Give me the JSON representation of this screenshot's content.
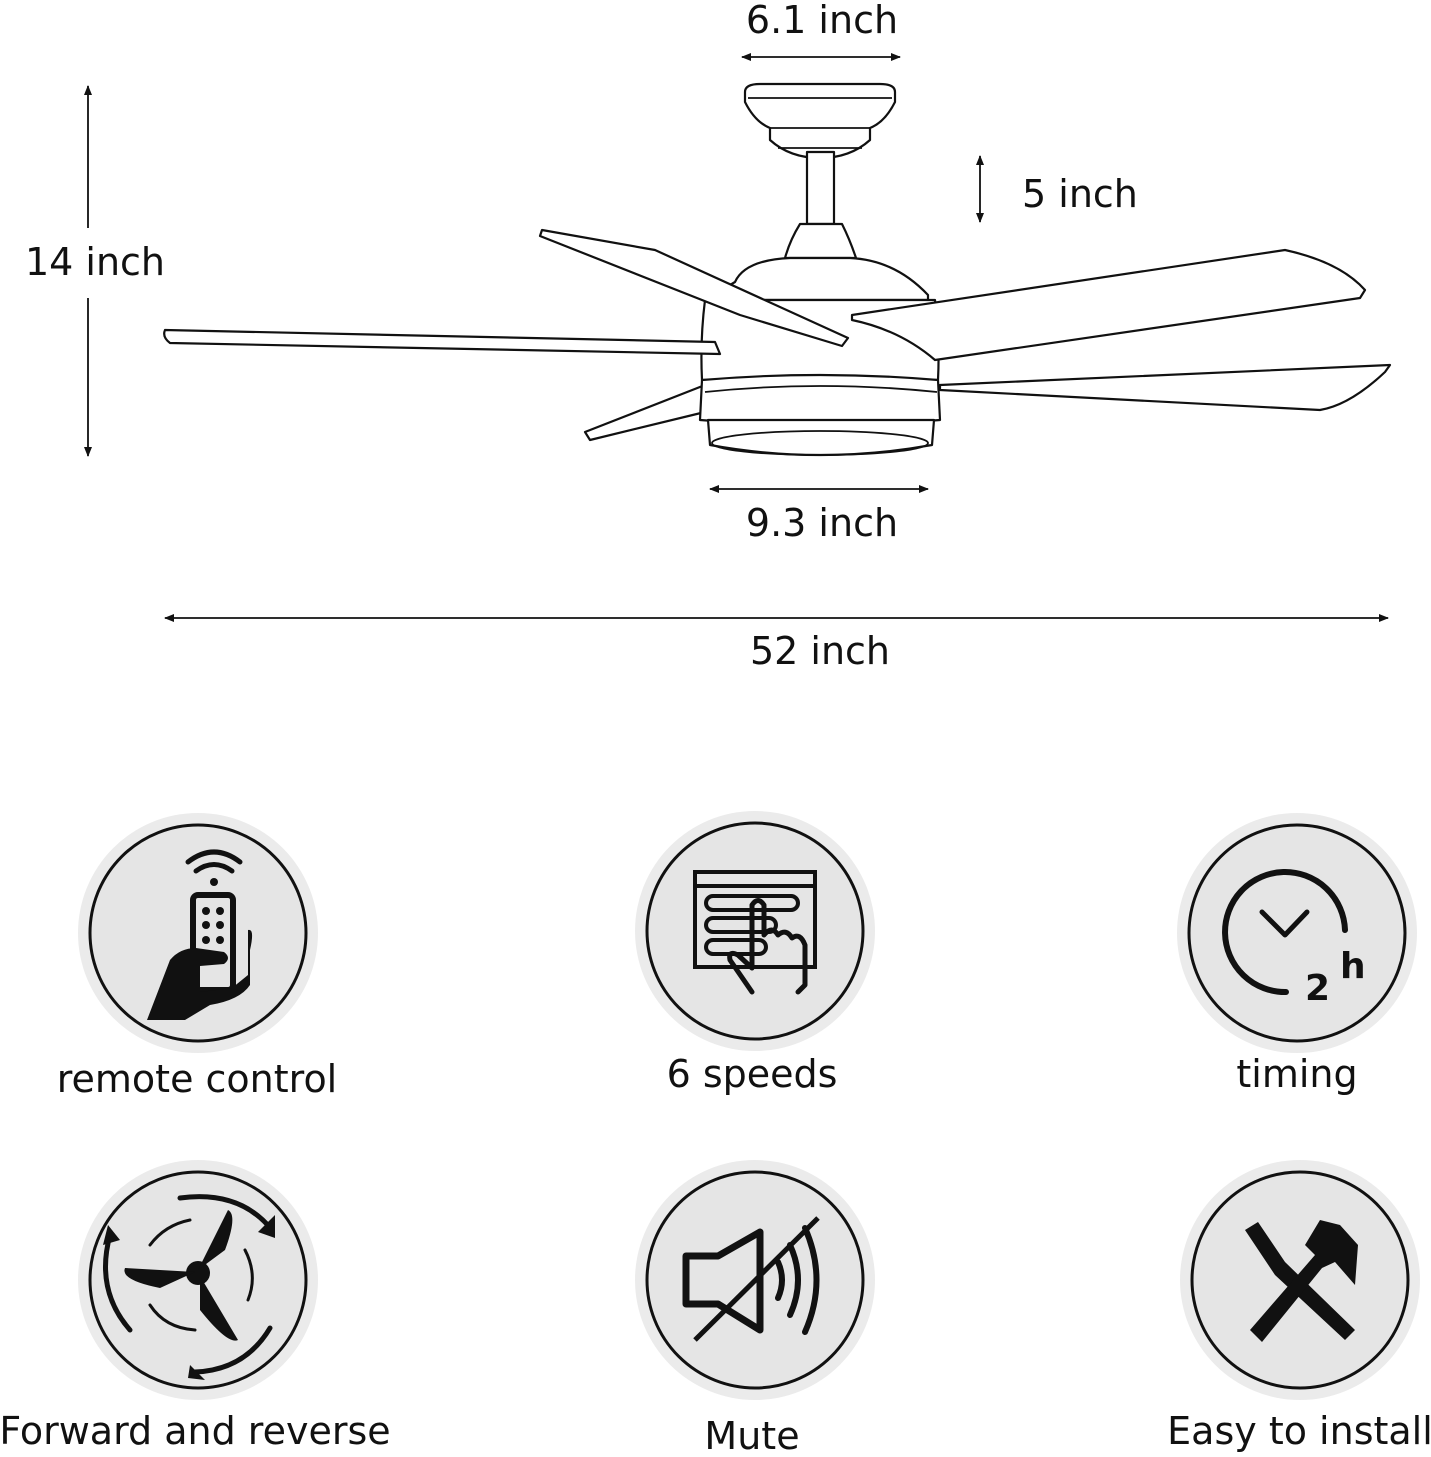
{
  "dimensions": {
    "top_width": "6.1 inch",
    "downrod": "5 inch",
    "height": "14 inch",
    "light_width": "9.3 inch",
    "span": "52 inch"
  },
  "features": [
    {
      "label": "remote control",
      "icon": "remote-control-icon"
    },
    {
      "label": "6 speeds",
      "icon": "speed-panel-icon"
    },
    {
      "label": "timing",
      "icon": "timer-2h-icon"
    },
    {
      "label": "Forward and reverse",
      "icon": "fan-reverse-icon"
    },
    {
      "label": "Mute",
      "icon": "mute-speaker-icon"
    },
    {
      "label": "Easy to install",
      "icon": "tools-icon"
    }
  ],
  "colors": {
    "icon_disc": "#e5e5e5",
    "line": "#111111"
  }
}
